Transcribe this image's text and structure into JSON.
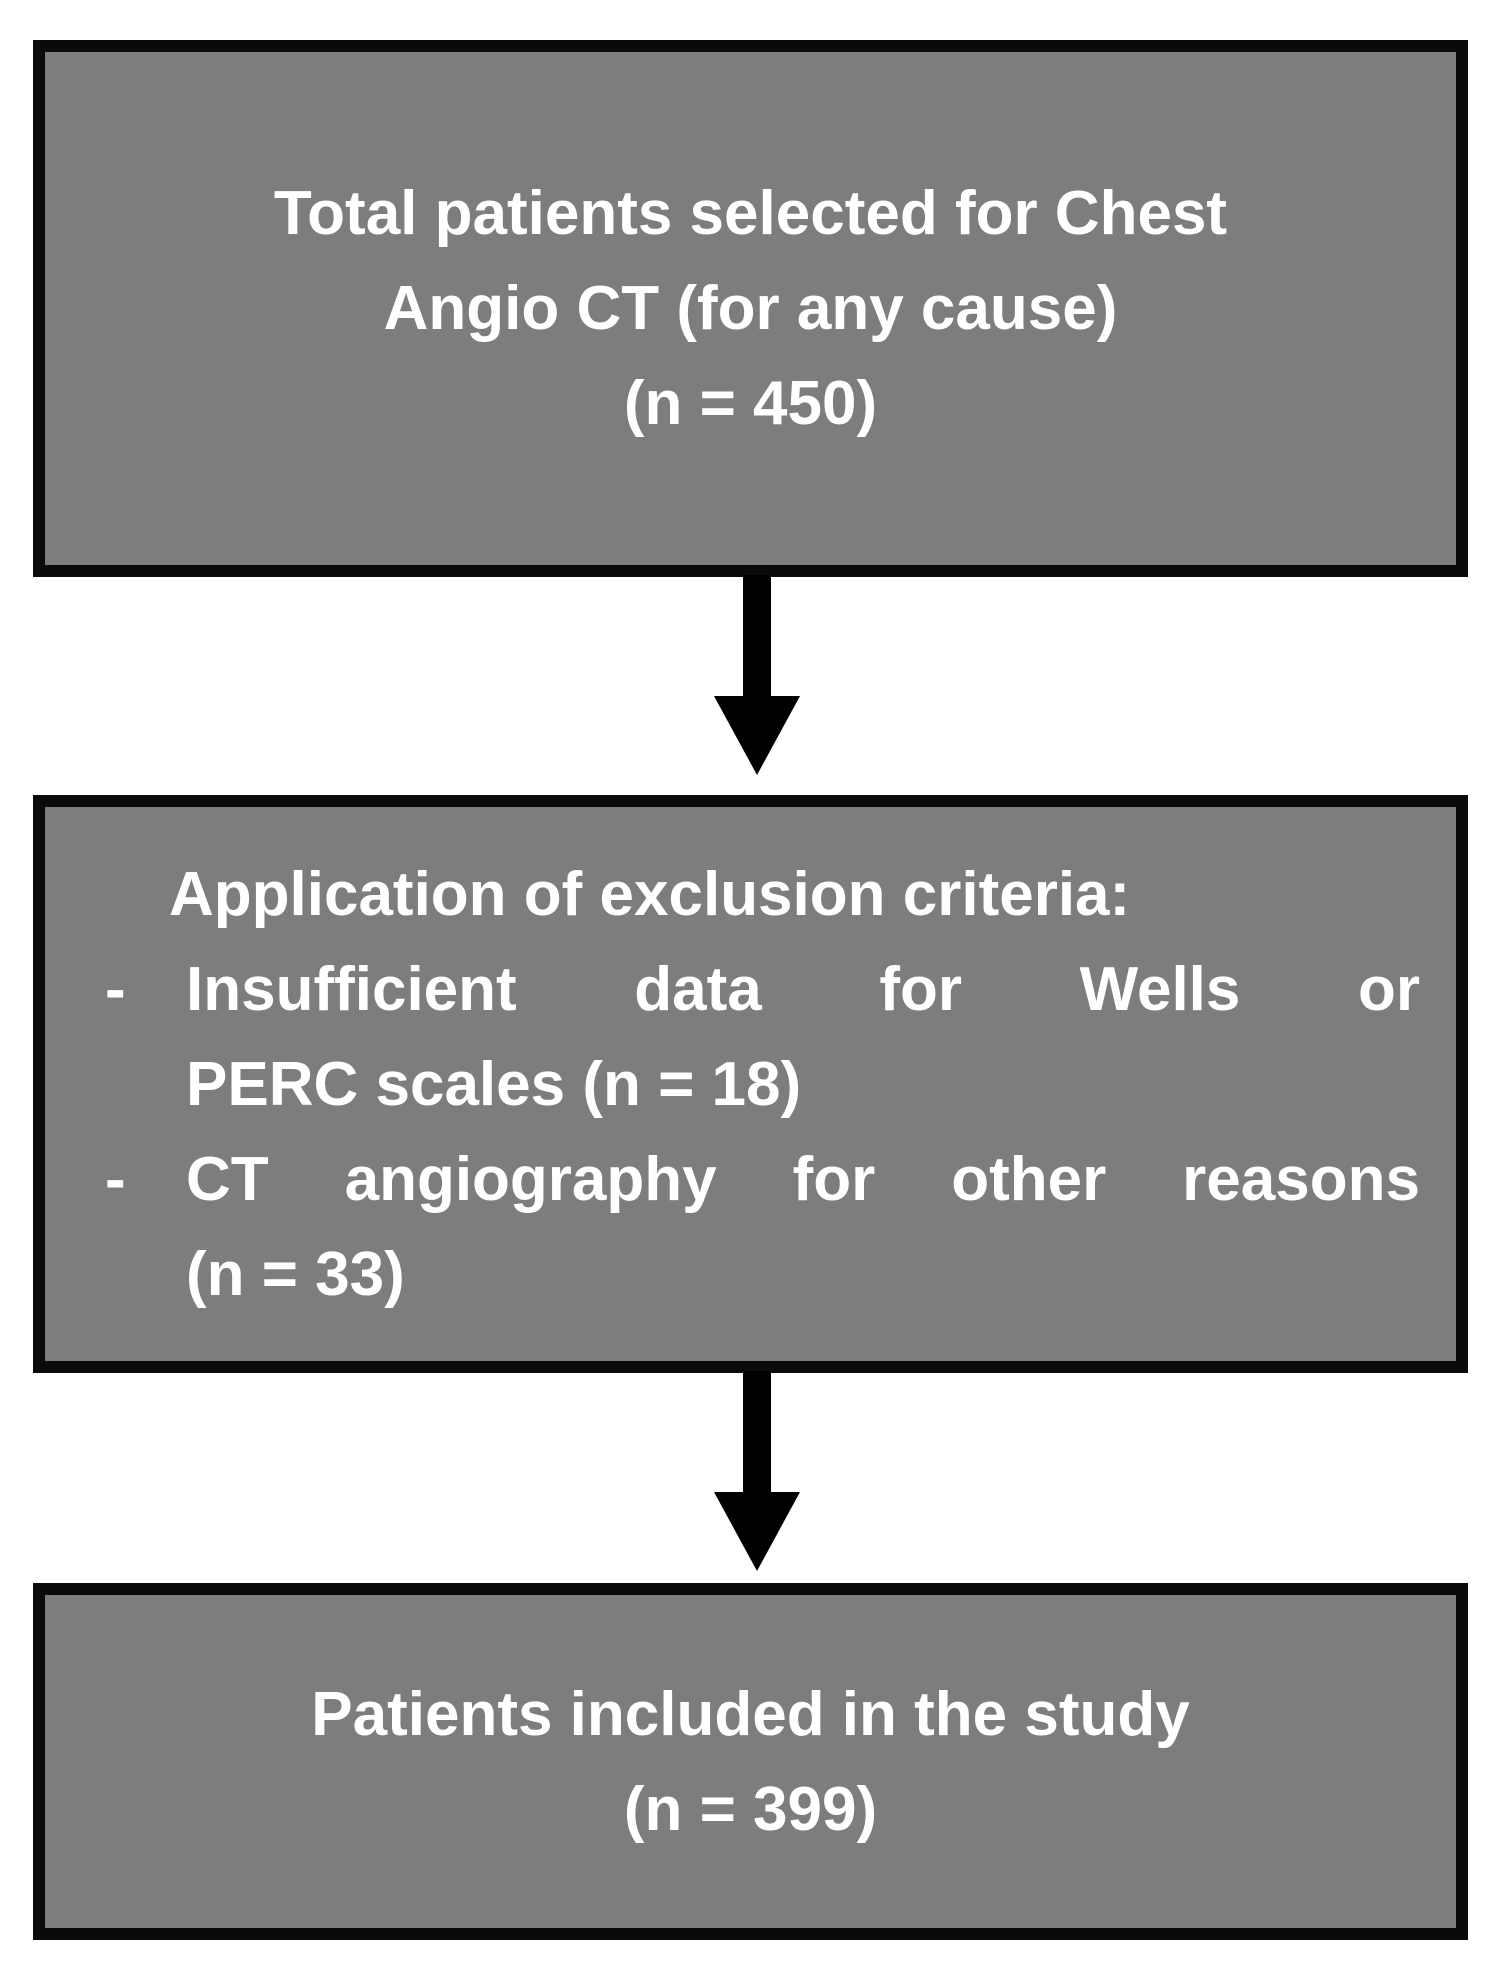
{
  "page": {
    "background": "#ffffff"
  },
  "colors": {
    "page_bg": "#ffffff",
    "box_fill": "#7d7d7d",
    "box_border": "#0a0a0a",
    "arrow": "#000000",
    "text": "#ffffff"
  },
  "flowchart": {
    "box1": {
      "lines": [
        "Total patients selected for Chest",
        "Angio CT (for any cause)",
        "(n = 450)"
      ]
    },
    "box2": {
      "heading": "Application of exclusion criteria:",
      "bullets": [
        {
          "dash": "-",
          "line1": "Insufficient data for Wells or",
          "line2": "PERC scales (n = 18)"
        },
        {
          "dash": "-",
          "line1": "CT angiography for other reasons",
          "line2": "(n = 33)"
        }
      ]
    },
    "box3": {
      "lines": [
        "Patients included in the study",
        "(n = 399)"
      ]
    }
  }
}
